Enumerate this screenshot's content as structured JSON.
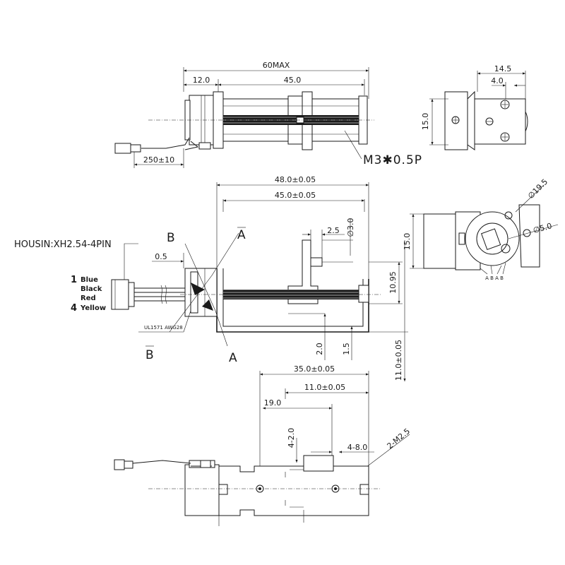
{
  "top_view": {
    "dim_overall": "60MAX",
    "dim_motor": "12.0",
    "dim_rail": "45.0",
    "dim_lead": "250±10",
    "thread_note": "M3✱0.5P"
  },
  "top_end_view": {
    "dim_width": "14.5",
    "dim_offset": "4.0",
    "dim_height": "15.0"
  },
  "front_view": {
    "dim_frame": "48.0±0.05",
    "dim_inner": "45.0±0.05",
    "dim_pin": "0.5",
    "dim_slot": "2.5",
    "dim_hole": "∅3.0",
    "dim_shaft_height": "10.95",
    "dim_bottom": "2.0",
    "dim_base": "1.5",
    "dim_total_height": "11.0±0.05",
    "housing_label": "HOUSIN:XH2.54-4PIN",
    "cable_label": "UL1571 AWG28",
    "section_a": "A",
    "section_a_bar": "A",
    "section_b": "B",
    "section_b_bar": "B",
    "wires": [
      {
        "num": "1",
        "color": "Blue"
      },
      {
        "num": "",
        "color": "Black"
      },
      {
        "num": "",
        "color": "Red"
      },
      {
        "num": "4",
        "color": "Yellow"
      }
    ]
  },
  "side_view": {
    "dim_outer": "∅19.5",
    "dim_inner": "∅5.0",
    "dim_height": "15.0",
    "phase_labels": "A B A B"
  },
  "bottom_view": {
    "dim_span": "35.0±0.05",
    "dim_holes": "11.0±0.05",
    "dim_offset": "19.0",
    "dim_slot_w": "4-2.0",
    "dim_slot_l": "4-8.0",
    "dim_screw": "2-M2.5"
  }
}
